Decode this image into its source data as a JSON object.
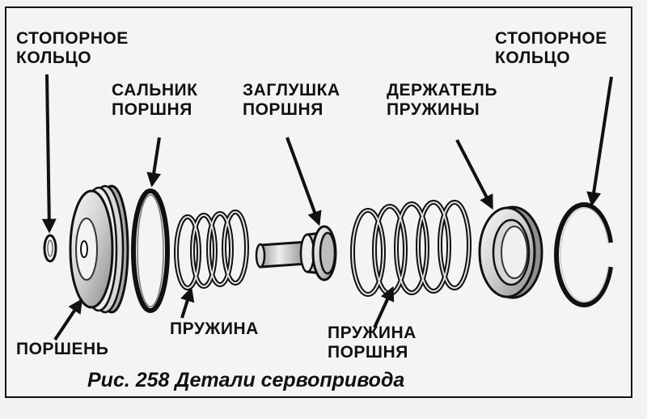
{
  "labels": {
    "retaining_ring_left": [
      "СТОПОРНОЕ",
      "КОЛЬЦО"
    ],
    "piston_seal": [
      "САЛЬНИК",
      "ПОРШНЯ"
    ],
    "piston_plug": [
      "ЗАГЛУШКА",
      "ПОРШНЯ"
    ],
    "spring_retainer": [
      "ДЕРЖАТЕЛЬ",
      "ПРУЖИНЫ"
    ],
    "retaining_ring_right": [
      "СТОПОРНОЕ",
      "КОЛЬЦО"
    ],
    "piston": "ПОРШЕНЬ",
    "spring": "ПРУЖИНА",
    "piston_spring": [
      "ПРУЖИНА",
      "ПОРШНЯ"
    ]
  },
  "caption": "Рис. 258 Детали сервопривода",
  "colors": {
    "ink": "#111111",
    "paper": "#f4f4f4",
    "shade": "#bdbdbd"
  }
}
